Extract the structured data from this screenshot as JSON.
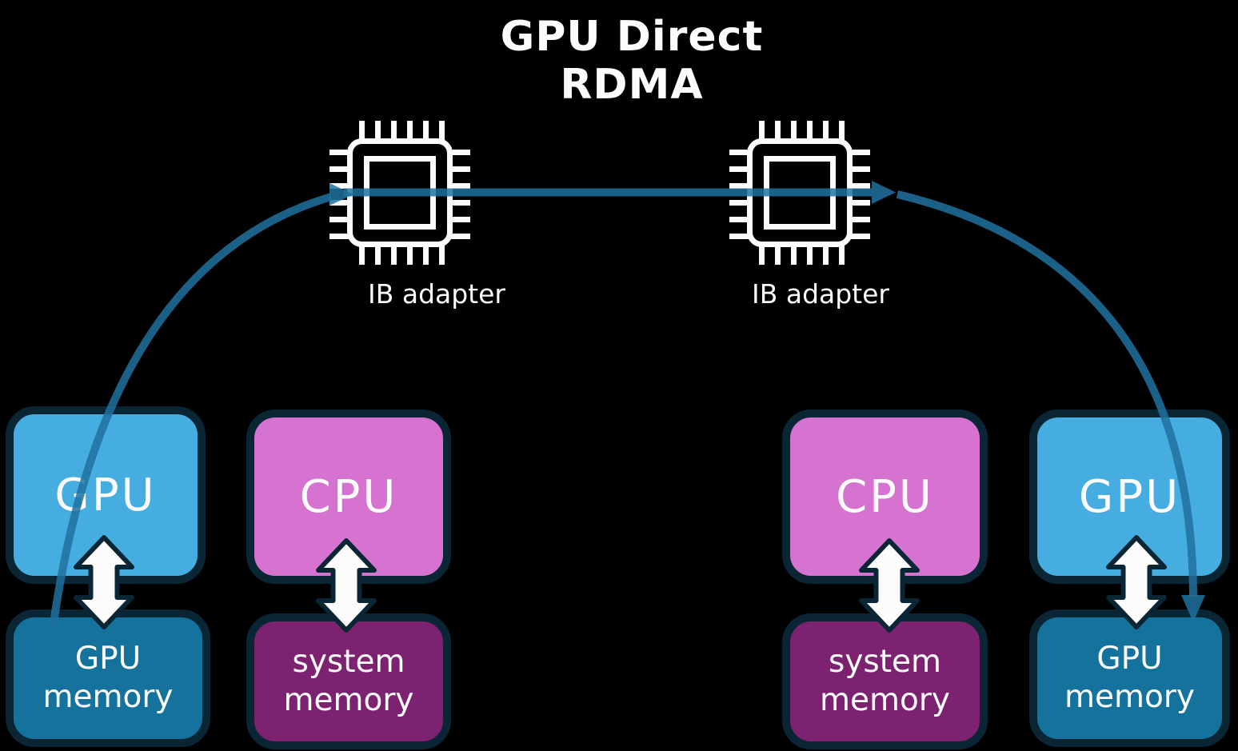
{
  "labels": {
    "title_line1": "GPU Direct",
    "title_line2": "RDMA",
    "ib_adapter_left": "IB adapter",
    "ib_adapter_right": "IB adapter",
    "left_gpu": "GPU",
    "left_cpu": "CPU",
    "left_gpu_memory": "GPU memory",
    "left_system_memory": "system memory",
    "right_cpu": "CPU",
    "right_gpu": "GPU",
    "right_gpu_memory": "GPU memory",
    "right_system_memory": "system memory"
  },
  "icons": {
    "left_adapter": "chip-icon",
    "right_adapter": "chip-icon"
  },
  "colors": {
    "background": "#000000",
    "text": "#FCFCFC",
    "outline": "#0A2533",
    "gpu_fill": "#46ADE1",
    "gpu_memory_fill": "#14729C",
    "cpu_fill": "#D673D0",
    "system_memory_fill": "#7D2171",
    "arrow": "#20719F"
  }
}
